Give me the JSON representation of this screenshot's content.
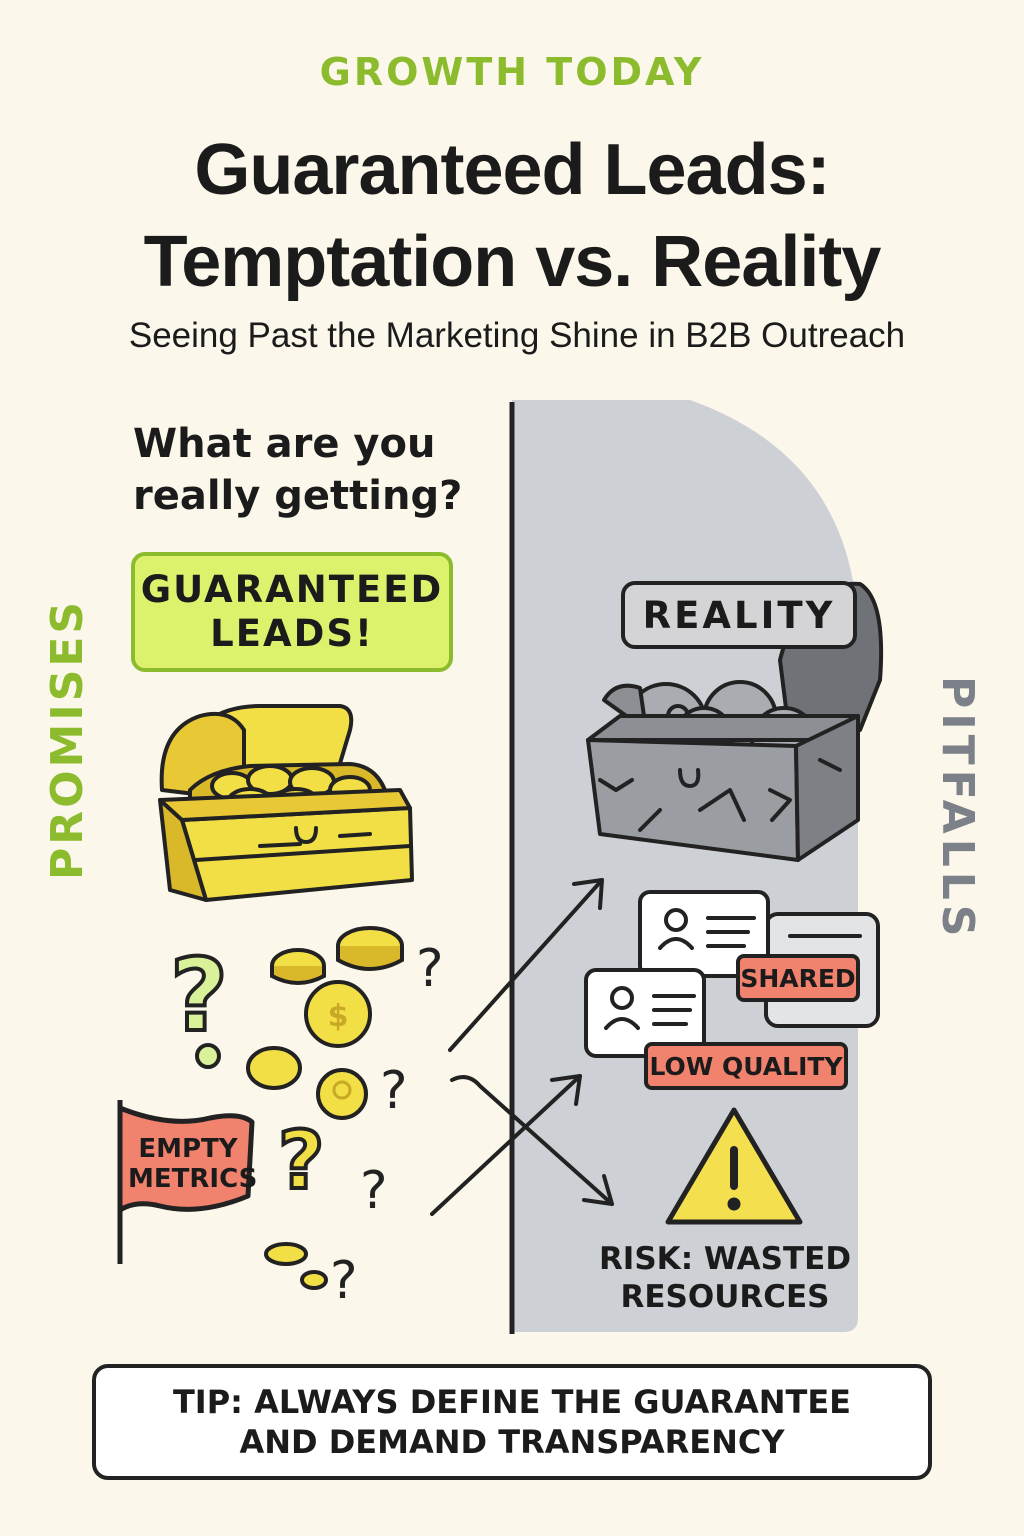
{
  "colors": {
    "accent_green": "#8cbc2e",
    "promo_fill": "#dcf26c",
    "gold": "#f2df46",
    "warning_red": "#f0826e",
    "reality_gray": "#cdd0d5",
    "dark": "#1b1b1b"
  },
  "header": {
    "kicker": "GROWTH TODAY",
    "title_line1": "Guaranteed Leads:",
    "title_line2": "Temptation vs. Reality",
    "subtitle": "Seeing Past the Marketing Shine in B2B Outreach"
  },
  "promises": {
    "question_line1": "What are you",
    "question_line2": "really getting?",
    "badge_line1": "GUARANTEED",
    "badge_line2": "LEADS!",
    "side_label": "PROMISES",
    "flag_line1": "EMPTY",
    "flag_line2": "METRICS",
    "icons": [
      "treasure-chest-icon",
      "coin-icon",
      "question-mark-icon",
      "flag-icon"
    ]
  },
  "pitfalls": {
    "reality_label": "REALITY",
    "side_label": "PITFALLS",
    "tag_shared": "SHARED",
    "tag_low_quality": "LOW QUALITY",
    "risk_line1": "RISK: WASTED",
    "risk_line2": "RESOURCES",
    "icons": [
      "broken-chest-icon",
      "contact-card-icon",
      "warning-icon",
      "arrow-icon"
    ]
  },
  "footer": {
    "tip_line1": "TIP: ALWAYS DEFINE THE GUARANTEE",
    "tip_line2": "AND DEMAND TRANSPARENCY"
  }
}
